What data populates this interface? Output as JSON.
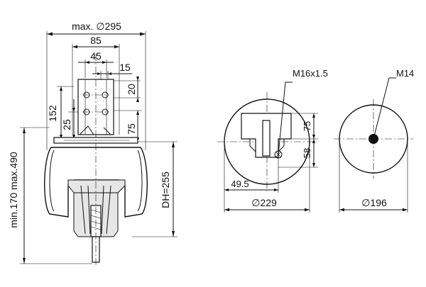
{
  "dimensions": {
    "max_diameter": "max. ∅295",
    "width_85": "85",
    "width_45": "45",
    "width_15": "15",
    "height_20": "20",
    "height_152": "152",
    "height_25": "25",
    "height_75_left": "75",
    "range_height": "min.170 max.490",
    "design_height": "DH=255",
    "thread_m16": "M16x1.5",
    "thread_m14": "M14",
    "height_75_mid": "75",
    "height_58": "58",
    "offset_49_5": "49.5",
    "diameter_229": "∅229",
    "diameter_196": "∅196"
  }
}
